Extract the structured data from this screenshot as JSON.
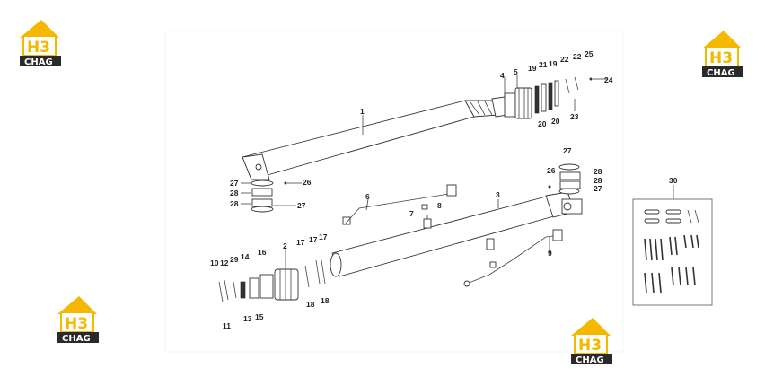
{
  "logo": {
    "mark": "H3",
    "text": "CHAG",
    "colors": {
      "house": "#f5b800",
      "box": "#2a2a2a",
      "text": "#ffffff",
      "mark": "#f5b800"
    }
  },
  "callouts": [
    "1",
    "2",
    "3",
    "4",
    "5",
    "6",
    "7",
    "8",
    "9",
    "10",
    "11",
    "12",
    "13",
    "14",
    "15",
    "16",
    "17",
    "17",
    "17",
    "18",
    "18",
    "19",
    "19",
    "20",
    "20",
    "21",
    "22",
    "22",
    "23",
    "24",
    "25",
    "26",
    "26",
    "27",
    "27",
    "27",
    "27",
    "28",
    "28",
    "28",
    "28",
    "29",
    "30"
  ]
}
